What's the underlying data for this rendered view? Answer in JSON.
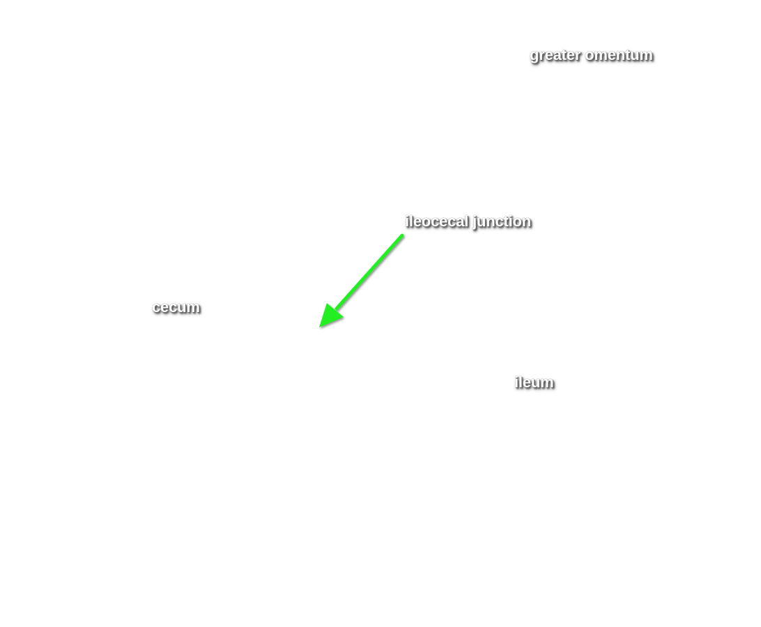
{
  "labels": {
    "greater_omentum": "greater omentum",
    "ileocecal_junction": "ileocecal junction",
    "cecum": "cecum",
    "ileum": "ileum"
  },
  "colors": {
    "background": "#ffffff",
    "label_text": "#ffffff",
    "arrow": "#22ee22"
  },
  "arrow": {
    "from_label": "ileocecal junction",
    "icon": "arrow-down-left-icon"
  }
}
